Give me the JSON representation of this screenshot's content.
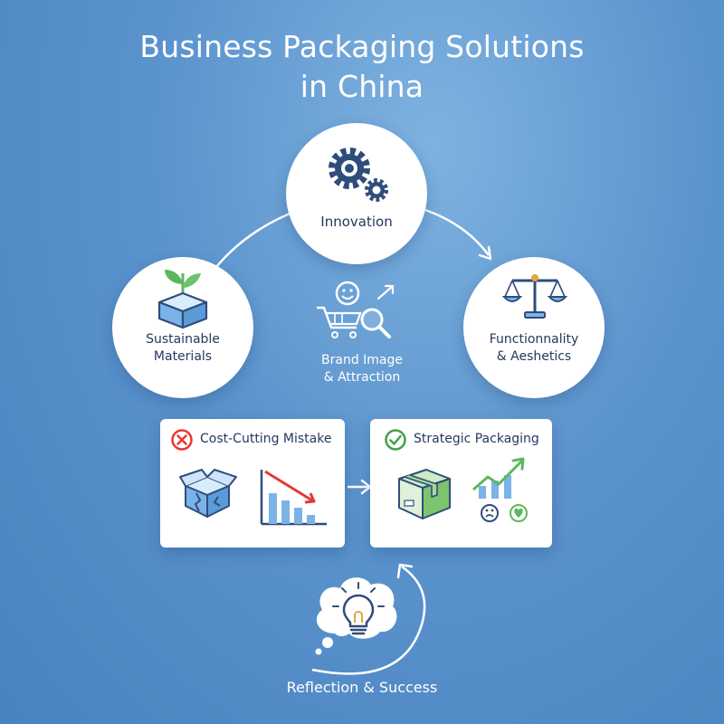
{
  "title": {
    "line1": "Business Packaging Solutions",
    "line2": "in China"
  },
  "nodes": {
    "innovation": {
      "label": "Innovation",
      "icon": "gears-icon"
    },
    "sustainable": {
      "label_line1": "Sustainable",
      "label_line2": "Materials",
      "icon": "eco-box-icon"
    },
    "functionality": {
      "label_line1": "Functionnality",
      "label_line2": "& Aeshetics",
      "icon": "balance-scale-icon"
    },
    "brand": {
      "label_line1": "Brand Image",
      "label_line2": "& Attraction",
      "icon": "shopping-cart-search-icon"
    }
  },
  "cards": {
    "mistake": {
      "title": "Cost-Cutting Mistake",
      "status_icon": "x-circle-icon",
      "status_color": "#e53935"
    },
    "strategic": {
      "title": "Strategic Packaging",
      "status_icon": "check-circle-icon",
      "status_color": "#43a047"
    }
  },
  "footer": {
    "label": "Reflection & Success",
    "icon": "lightbulb-thought-icon"
  },
  "colors": {
    "navy": "#2f4d7a",
    "green": "#5cb85c",
    "blue": "#4a90d9",
    "red": "#e53935"
  }
}
